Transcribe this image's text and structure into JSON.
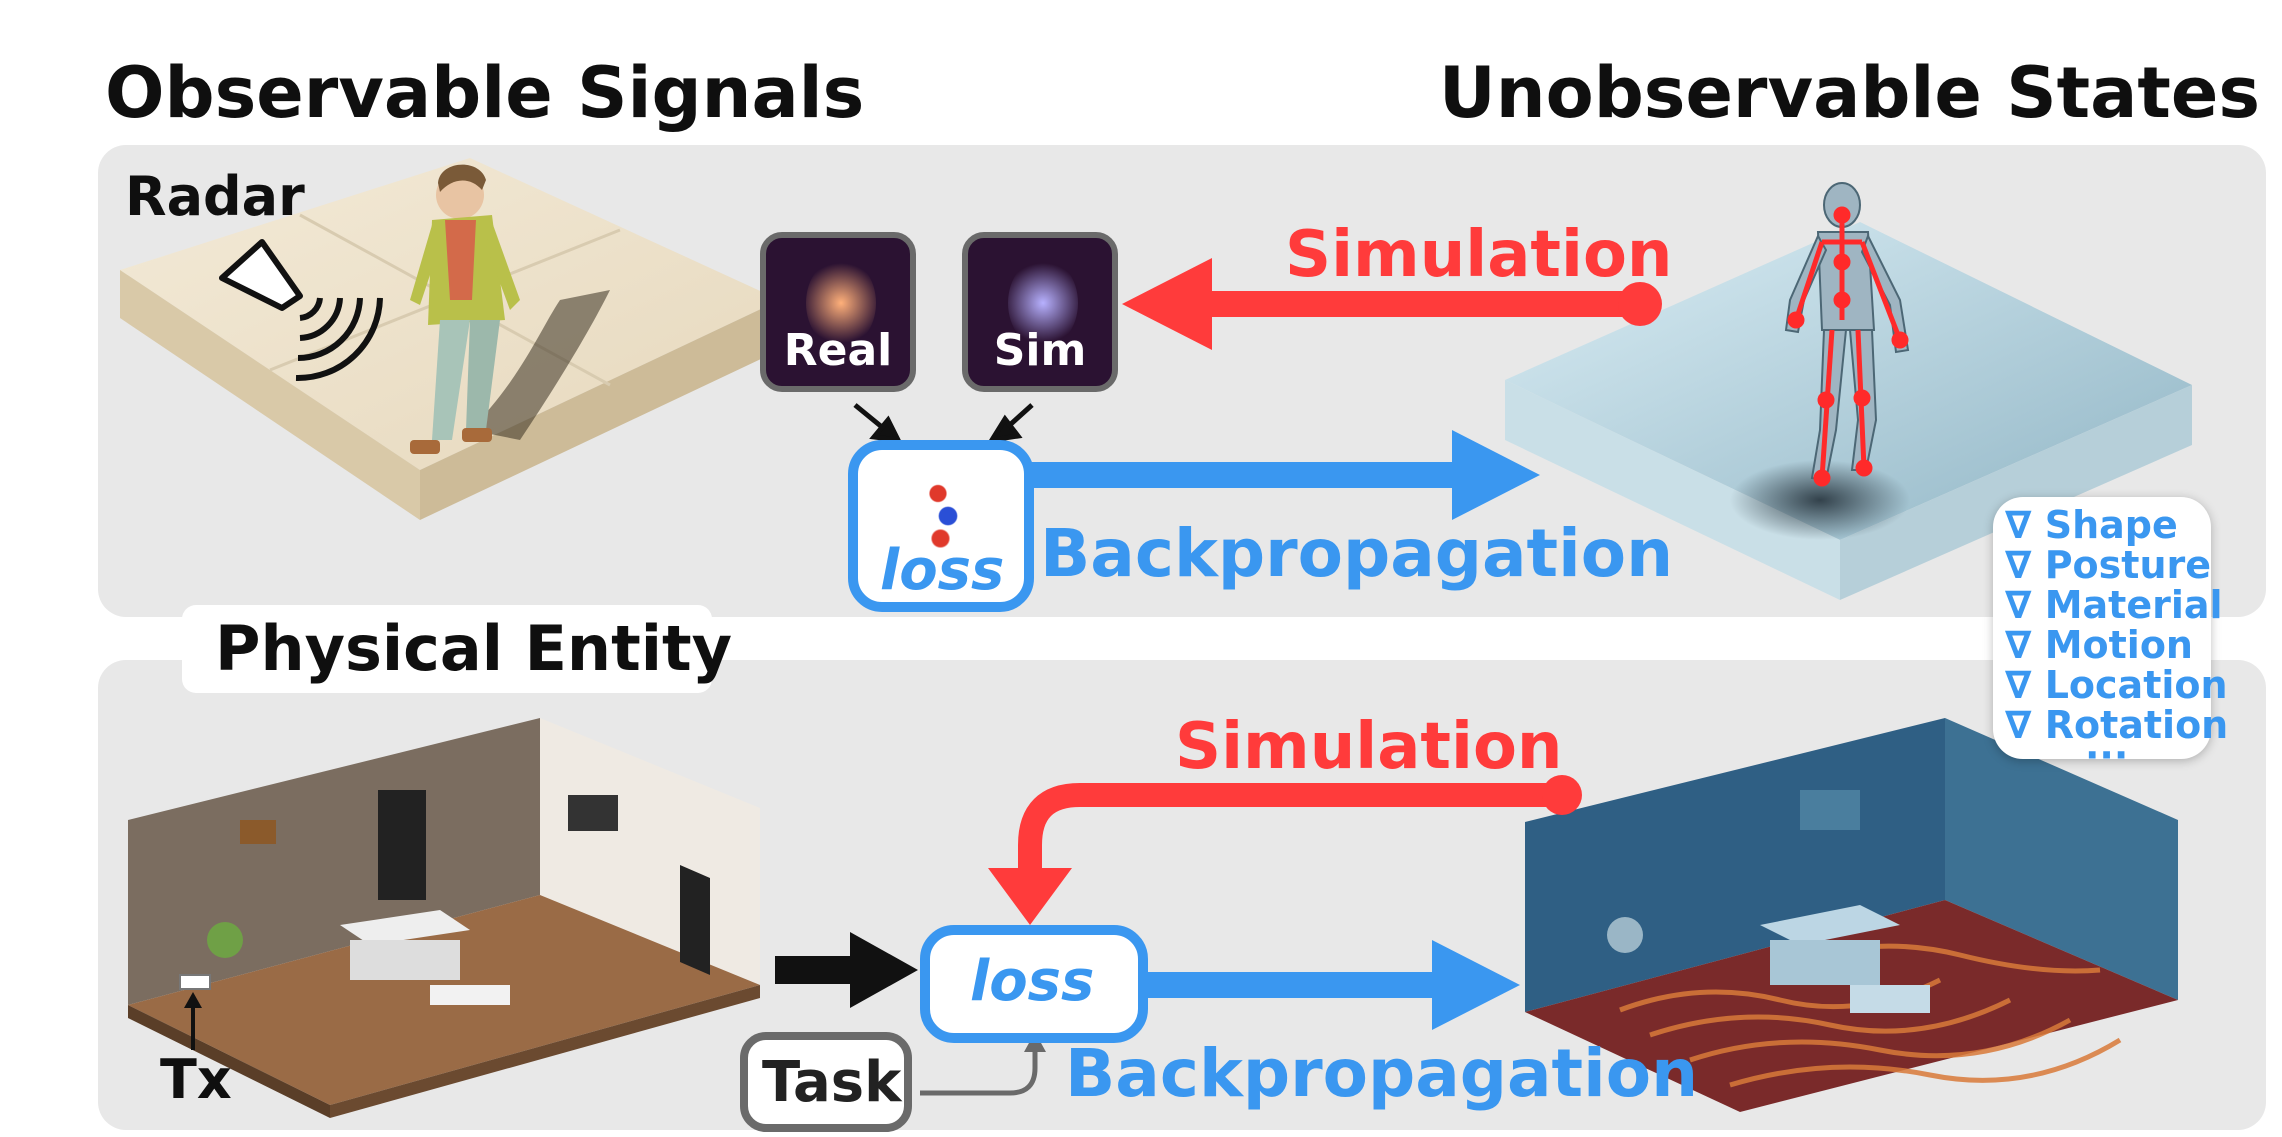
{
  "headings": {
    "left": "Observable Signals",
    "right": "Unobservable States",
    "entity": "Physical Entity"
  },
  "top": {
    "radar_label": "Radar",
    "tile_real": "Real",
    "tile_sim": "Sim",
    "loss": "loss",
    "simulation": "Simulation",
    "backprop": "Backpropagation"
  },
  "states": [
    "∇ Shape",
    "∇ Posture",
    "∇ Material",
    "∇ Motion",
    "∇ Location",
    "∇ Rotation",
    "···"
  ],
  "bottom": {
    "tx_label": "Tx",
    "loss": "loss",
    "task": "Task",
    "simulation": "Simulation",
    "backprop": "Backpropagation"
  },
  "colors": {
    "simulation_red": "#ff3b3b",
    "backprop_blue": "#3a97f0",
    "panel_gray": "#e8e8e8"
  }
}
